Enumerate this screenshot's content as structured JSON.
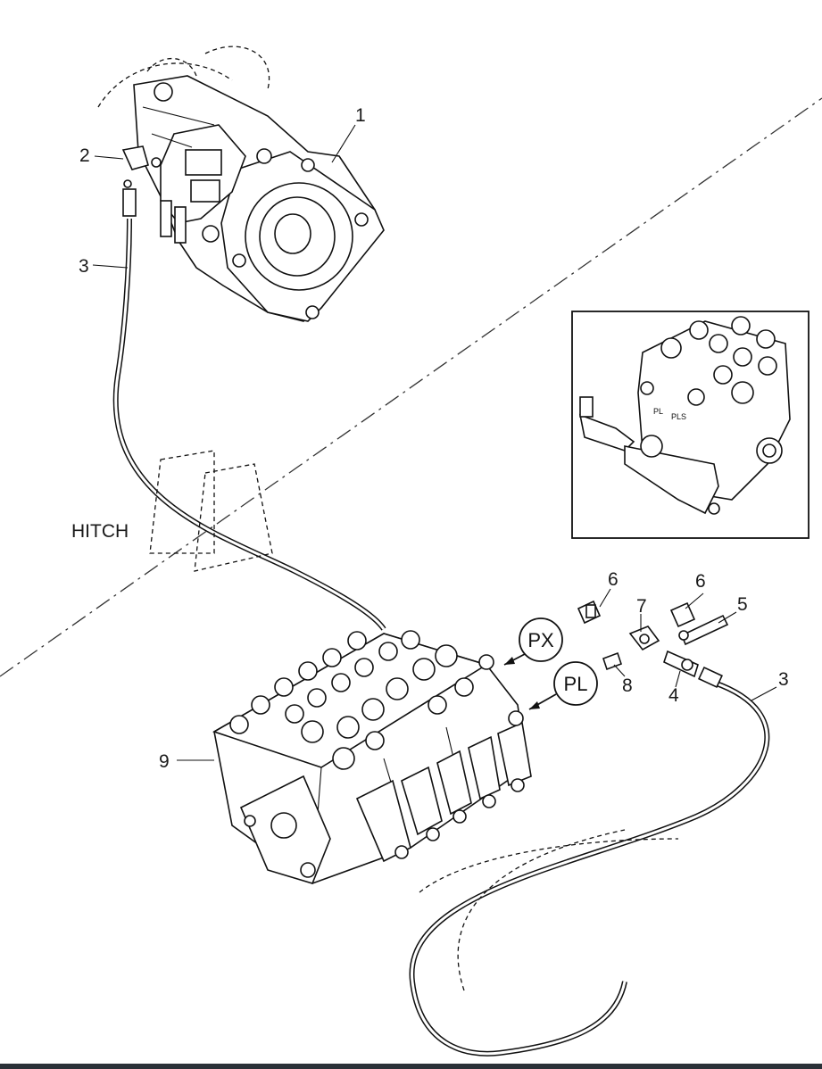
{
  "callouts": {
    "c1": "1",
    "c2": "2",
    "c3a": "3",
    "c3b": "3",
    "c4": "4",
    "c5": "5",
    "c6a": "6",
    "c6b": "6",
    "c7": "7",
    "c8": "8",
    "c9": "9"
  },
  "labels": {
    "hitch": "HITCH"
  },
  "ports": {
    "px": "PX",
    "pl": "PL"
  },
  "inset": {
    "tag_pl": "PL",
    "tag_pls": "PLS"
  },
  "colors": {
    "line": "#111111",
    "bottom_bar": "#2b3138"
  }
}
